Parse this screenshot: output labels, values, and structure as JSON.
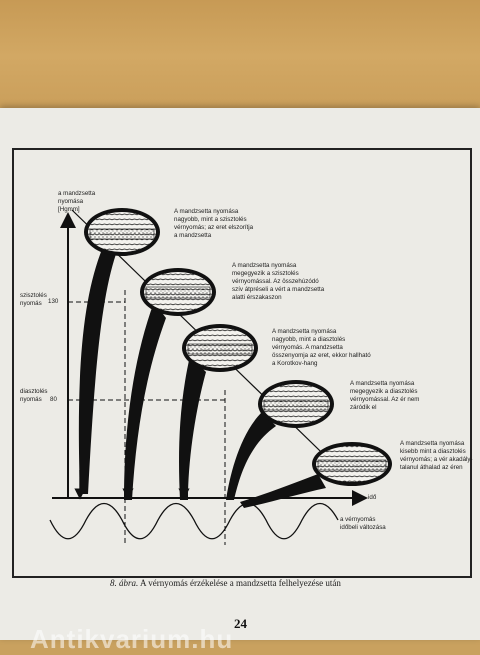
{
  "axis": {
    "y_label": "a mandzsetta\nnyomása\n[Hgmm]",
    "x_label": "idő",
    "systolic_label": "szisztolés\nnyomás",
    "systolic_value": "130",
    "diastolic_label": "diasztolés\nnyomás",
    "diastolic_value": "80",
    "wave_label": "a vérnyomás\nidőbeli változása"
  },
  "annotations": [
    "A mandzsetta nyomása\nnagyobb, mint a szisztolés\nvérnyomás; az eret elszorítja\na mandzsetta",
    "A mandzsetta nyomása\nmegegyezik a szisztolés\nvérnyomással. Az összehúzódó\nszív átpréseli a vért a mandzsetta\nalatti érszakaszon",
    "A mandzsetta nyomása\nnagyobb, mint a diasztolés\nvérnyomás. A mandzsetta\nösszenyomja az eret, ekkor hallható\na Korotkov-hang",
    "A mandzsetta nyomása\nmegegyezik a diasztolés\nvérnyomással. Az ér nem\nzáródik el",
    "A mandzsetta nyomása\nkisebb mint a diasztolés\nvérnyomás; a vér akadály-\ntalanul áthalad az éren"
  ],
  "caption": {
    "number": "8. ábra.",
    "text": " A vérnyomás érzékelése a mandzsetta felhelyezése után"
  },
  "page_number": "24",
  "watermark": "Antikvarium.hu"
}
